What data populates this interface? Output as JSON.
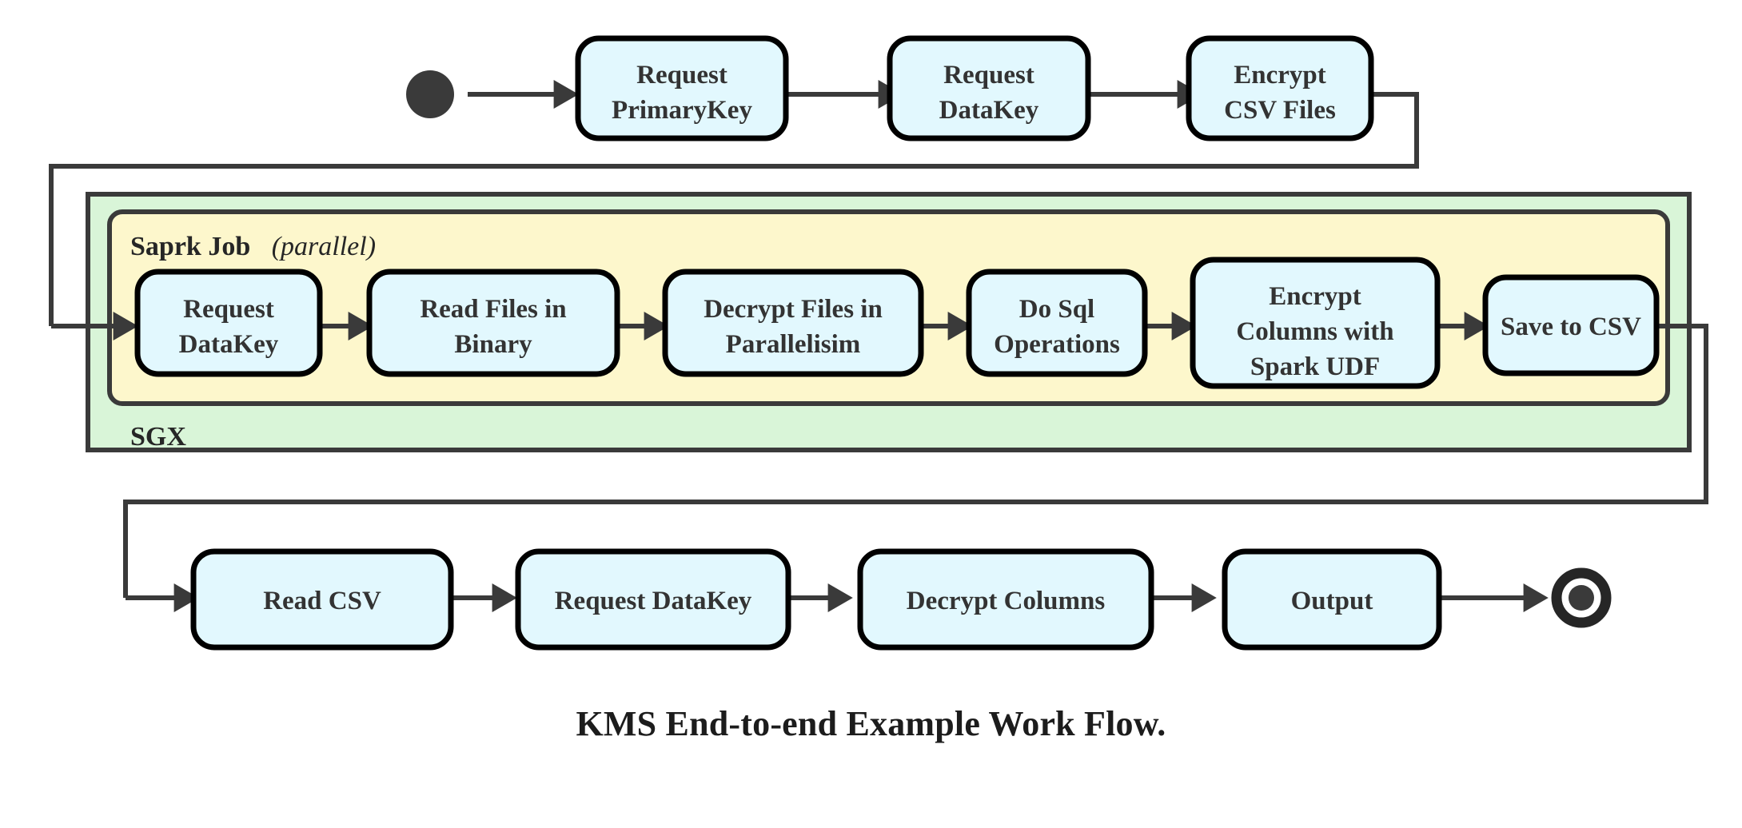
{
  "caption": "KMS End-to-end Example Work Flow.",
  "colors": {
    "node_fill": "#e2f8fe",
    "node_stroke": "#000000",
    "sgx_fill": "#d9f5d8",
    "spark_fill": "#fdf7cc",
    "group_stroke": "#3a3a3a",
    "edge": "#3a3a3a",
    "text": "#333333",
    "background": "#ffffff"
  },
  "groups": {
    "sgx": {
      "label": "SGX"
    },
    "spark": {
      "label_bold": "Saprk Job",
      "label_italic": "(parallel)"
    }
  },
  "markers": {
    "start_node": "start-node-filled-circle",
    "end_node": "end-node-double-circle"
  },
  "rows": {
    "top": [
      {
        "id": "request-primarykey",
        "lines": [
          "Request",
          "PrimaryKey"
        ]
      },
      {
        "id": "request-datakey-top",
        "lines": [
          "Request",
          "DataKey"
        ]
      },
      {
        "id": "encrypt-csv-files",
        "lines": [
          "Encrypt",
          "CSV Files"
        ]
      }
    ],
    "spark": [
      {
        "id": "request-datakey-spark",
        "lines": [
          "Request",
          "DataKey"
        ]
      },
      {
        "id": "read-files-in-binary",
        "lines": [
          "Read Files in",
          "Binary"
        ]
      },
      {
        "id": "decrypt-files-in-parallelisim",
        "lines": [
          "Decrypt Files in",
          "Parallelisim"
        ]
      },
      {
        "id": "do-sql-operations",
        "lines": [
          "Do Sql",
          "Operations"
        ]
      },
      {
        "id": "encrypt-columns-with-spark-udf",
        "lines": [
          "Encrypt",
          "Columns with",
          "Spark UDF"
        ]
      },
      {
        "id": "save-to-csv",
        "lines": [
          "Save to CSV"
        ]
      }
    ],
    "bottom": [
      {
        "id": "read-csv",
        "lines": [
          "Read CSV"
        ]
      },
      {
        "id": "request-datakey-bottom",
        "lines": [
          "Request DataKey"
        ]
      },
      {
        "id": "decrypt-columns",
        "lines": [
          "Decrypt Columns"
        ]
      },
      {
        "id": "output",
        "lines": [
          "Output"
        ]
      }
    ]
  }
}
